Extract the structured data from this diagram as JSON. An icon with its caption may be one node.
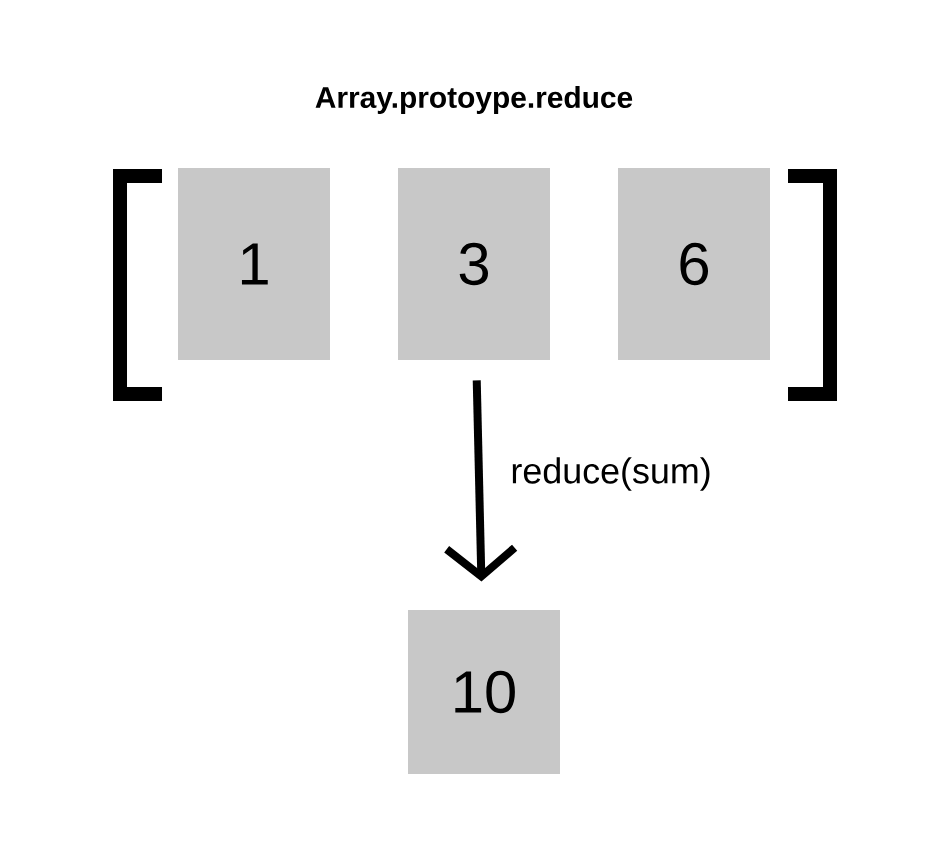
{
  "diagram": {
    "title": "Array.protoype.reduce",
    "nodes": [
      {
        "text": [
          "1"
        ]
      },
      {
        "text": [
          "3"
        ]
      },
      {
        "text": [
          "6"
        ]
      },
      {
        "text": [
          "10"
        ]
      }
    ],
    "edges": [
      {
        "from": 1,
        "to": 3,
        "arrow": "to",
        "label": "reduce(sum)"
      }
    ]
  }
}
